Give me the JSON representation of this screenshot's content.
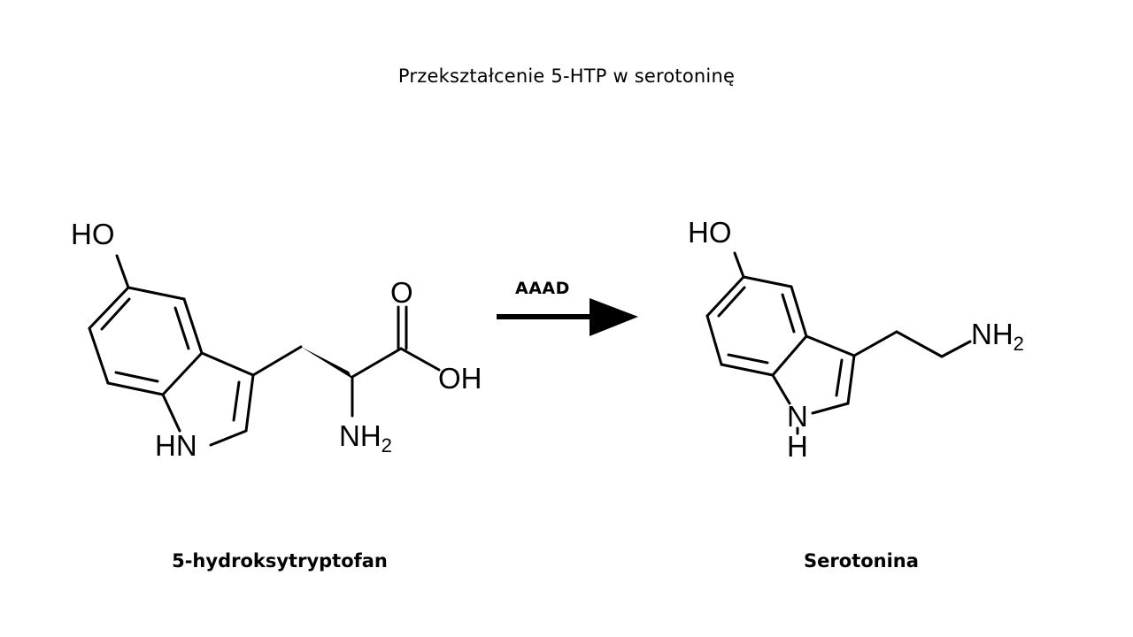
{
  "title": "Przekształcenie 5-HTP w serotoninę",
  "reaction": {
    "enzyme": "AAAD",
    "substrate": {
      "name": "5-hydroksytryptofan",
      "labels": {
        "hydroxyl": "HO",
        "ring_nh": "HN",
        "carbonyl_o": "O",
        "acid_oh": "OH",
        "amine_n": "NH",
        "amine_sub": "2"
      }
    },
    "product": {
      "name": "Serotonina",
      "labels": {
        "hydroxyl": "HO",
        "ring_n": "N",
        "ring_h": "H",
        "amine_n": "NH",
        "amine_sub": "2"
      }
    }
  }
}
